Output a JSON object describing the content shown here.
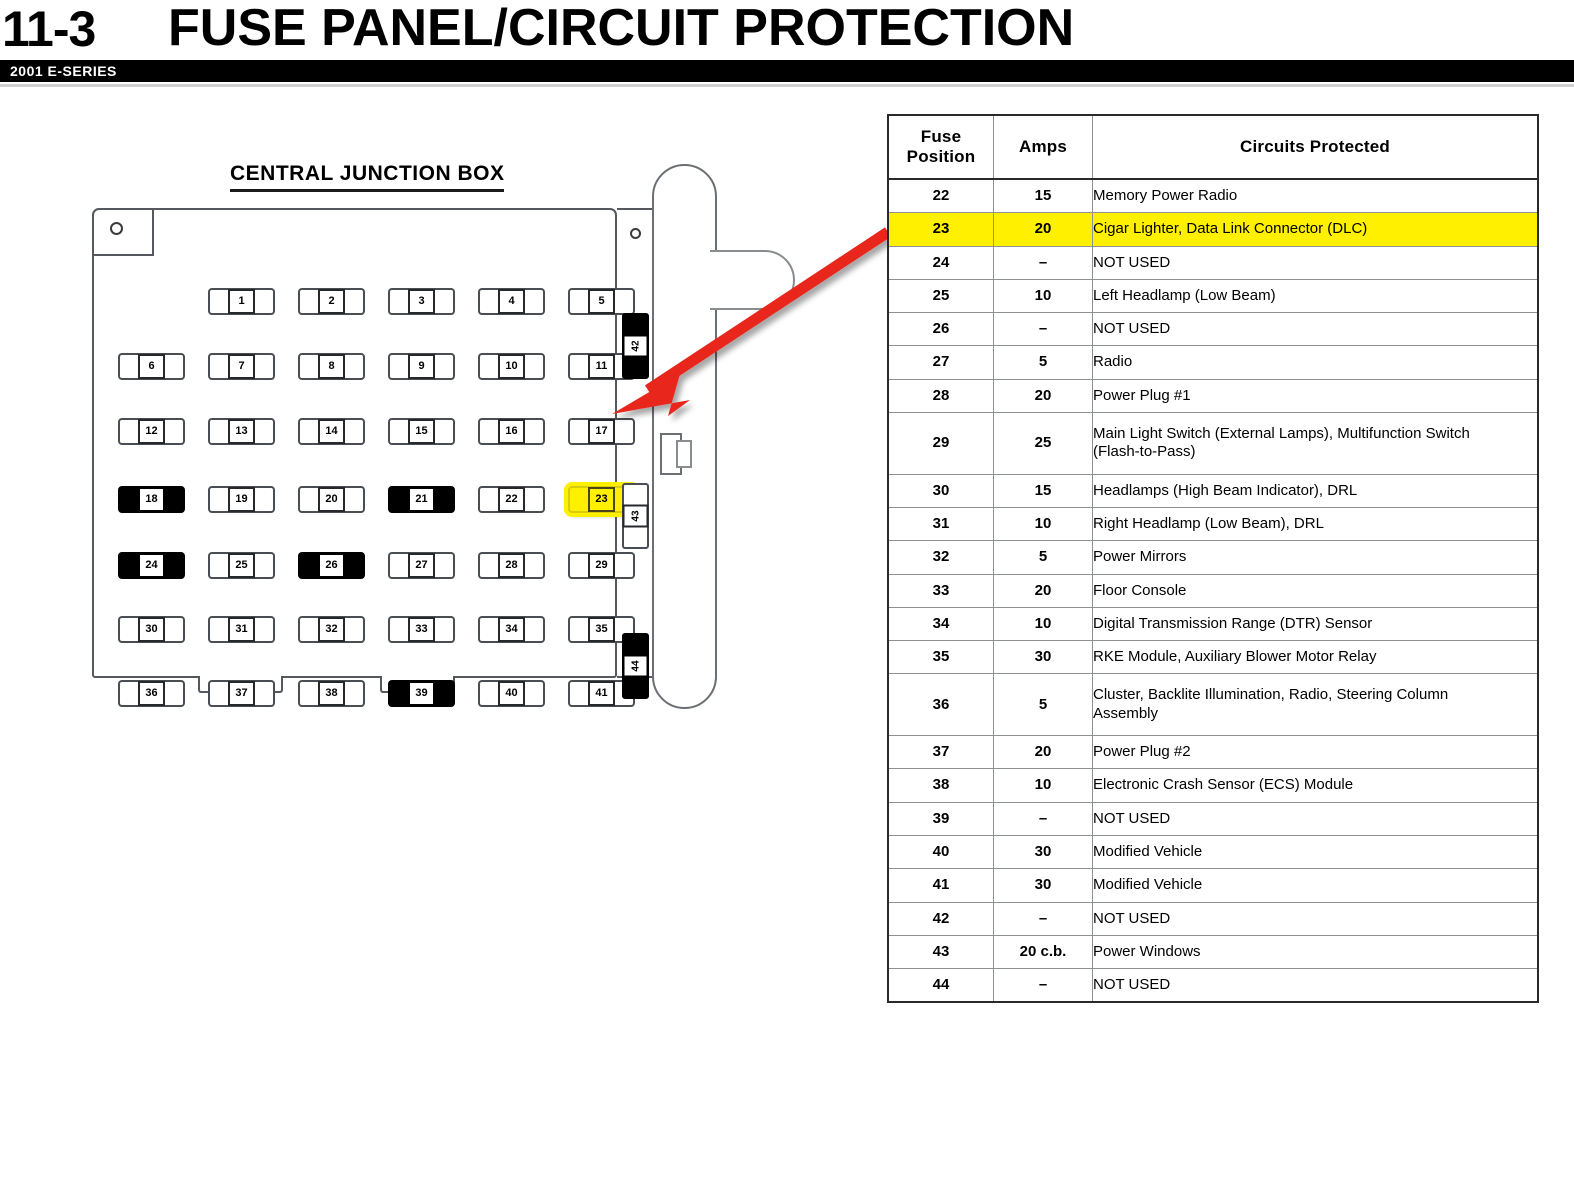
{
  "header": {
    "page_number": "11-3",
    "title": "FUSE PANEL/CIRCUIT PROTECTION",
    "series": "2001 E-SERIES"
  },
  "diagram": {
    "title": "CENTRAL JUNCTION BOX",
    "rows": [
      [
        {
          "n": "1",
          "style": "normal"
        },
        {
          "n": "2",
          "style": "normal"
        },
        {
          "n": "3",
          "style": "normal"
        },
        {
          "n": "4",
          "style": "normal"
        },
        {
          "n": "5",
          "style": "normal"
        }
      ],
      [
        {
          "n": "6",
          "style": "normal"
        },
        {
          "n": "7",
          "style": "normal"
        },
        {
          "n": "8",
          "style": "normal"
        },
        {
          "n": "9",
          "style": "normal"
        },
        {
          "n": "10",
          "style": "normal"
        },
        {
          "n": "11",
          "style": "normal"
        }
      ],
      [
        {
          "n": "12",
          "style": "normal"
        },
        {
          "n": "13",
          "style": "normal"
        },
        {
          "n": "14",
          "style": "normal"
        },
        {
          "n": "15",
          "style": "normal"
        },
        {
          "n": "16",
          "style": "normal"
        },
        {
          "n": "17",
          "style": "normal"
        }
      ],
      [
        {
          "n": "18",
          "style": "dark"
        },
        {
          "n": "19",
          "style": "normal"
        },
        {
          "n": "20",
          "style": "normal"
        },
        {
          "n": "21",
          "style": "dark"
        },
        {
          "n": "22",
          "style": "normal"
        },
        {
          "n": "23",
          "style": "highlighted"
        }
      ],
      [
        {
          "n": "24",
          "style": "dark"
        },
        {
          "n": "25",
          "style": "normal"
        },
        {
          "n": "26",
          "style": "dark"
        },
        {
          "n": "27",
          "style": "normal"
        },
        {
          "n": "28",
          "style": "normal"
        },
        {
          "n": "29",
          "style": "normal"
        }
      ],
      [
        {
          "n": "30",
          "style": "normal"
        },
        {
          "n": "31",
          "style": "normal"
        },
        {
          "n": "32",
          "style": "normal"
        },
        {
          "n": "33",
          "style": "normal"
        },
        {
          "n": "34",
          "style": "normal"
        },
        {
          "n": "35",
          "style": "normal"
        }
      ],
      [
        {
          "n": "36",
          "style": "normal"
        },
        {
          "n": "37",
          "style": "normal"
        },
        {
          "n": "38",
          "style": "normal"
        },
        {
          "n": "39",
          "style": "dark"
        },
        {
          "n": "40",
          "style": "normal"
        },
        {
          "n": "41",
          "style": "normal"
        }
      ]
    ],
    "side_fuses": [
      {
        "n": "42",
        "style": "dark"
      },
      {
        "n": "43",
        "style": "normal"
      },
      {
        "n": "44",
        "style": "dark"
      }
    ]
  },
  "table": {
    "columns": [
      "Fuse\nPosition",
      "Amps",
      "Circuits Protected"
    ],
    "col_fuse_position": "Fuse Position",
    "col_amps": "Amps",
    "col_circuits": "Circuits Protected",
    "rows": [
      {
        "position": "22",
        "amps": "15",
        "circuits": "Memory Power Radio",
        "highlight": false
      },
      {
        "position": "23",
        "amps": "20",
        "circuits": "Cigar Lighter, Data Link Connector (DLC)",
        "highlight": true
      },
      {
        "position": "24",
        "amps": "–",
        "circuits": "NOT USED",
        "highlight": false
      },
      {
        "position": "25",
        "amps": "10",
        "circuits": "Left  Headlamp (Low Beam)",
        "highlight": false
      },
      {
        "position": "26",
        "amps": "–",
        "circuits": "NOT USED",
        "highlight": false
      },
      {
        "position": "27",
        "amps": "5",
        "circuits": "Radio",
        "highlight": false
      },
      {
        "position": "28",
        "amps": "20",
        "circuits": "Power Plug #1",
        "highlight": false
      },
      {
        "position": "29",
        "amps": "25",
        "circuits": "Main Light Switch (External Lamps), Multifunction Switch (Flash-to-Pass)",
        "highlight": false
      },
      {
        "position": "30",
        "amps": "15",
        "circuits": "Headlamps (High Beam Indicator), DRL",
        "highlight": false
      },
      {
        "position": "31",
        "amps": "10",
        "circuits": "Right Headlamp (Low Beam), DRL",
        "highlight": false
      },
      {
        "position": "32",
        "amps": "5",
        "circuits": "Power Mirrors",
        "highlight": false
      },
      {
        "position": "33",
        "amps": "20",
        "circuits": "Floor Console",
        "highlight": false
      },
      {
        "position": "34",
        "amps": "10",
        "circuits": "Digital Transmission Range (DTR) Sensor",
        "highlight": false
      },
      {
        "position": "35",
        "amps": "30",
        "circuits": "RKE Module, Auxiliary Blower Motor Relay",
        "highlight": false
      },
      {
        "position": "36",
        "amps": "5",
        "circuits": "Cluster, Backlite Illumination, Radio, Steering Column Assembly",
        "highlight": false
      },
      {
        "position": "37",
        "amps": "20",
        "circuits": "Power Plug #2",
        "highlight": false
      },
      {
        "position": "38",
        "amps": "10",
        "circuits": "Electronic Crash Sensor (ECS) Module",
        "highlight": false
      },
      {
        "position": "39",
        "amps": "–",
        "circuits": "NOT USED",
        "highlight": false
      },
      {
        "position": "40",
        "amps": "30",
        "circuits": "Modified  Vehicle",
        "highlight": false
      },
      {
        "position": "41",
        "amps": "30",
        "circuits": "Modified Vehicle",
        "highlight": false
      },
      {
        "position": "42",
        "amps": "–",
        "circuits": "NOT USED",
        "highlight": false
      },
      {
        "position": "43",
        "amps": "20 c.b.",
        "circuits": "Power Windows",
        "highlight": false
      },
      {
        "position": "44",
        "amps": "–",
        "circuits": "NOT USED",
        "highlight": false
      }
    ]
  },
  "annotation": {
    "arrow_color": "#E8251D",
    "highlight_color": "#FFF000",
    "arrow_from_fuse": "23",
    "arrow_to_row": "23"
  }
}
